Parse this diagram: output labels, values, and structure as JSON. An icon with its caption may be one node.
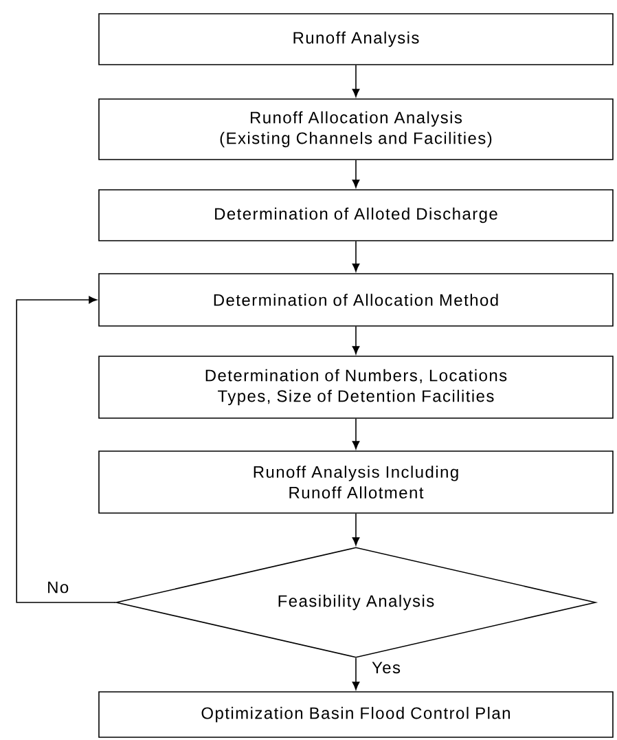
{
  "diagram": {
    "nodes": [
      {
        "text": [
          "Runoff Analysis"
        ]
      },
      {
        "text": [
          "Runoff Allocation Analysis (Existing Channels and Facilities)"
        ]
      },
      {
        "text": [
          "Determination of Alloted Discharge"
        ]
      },
      {
        "text": [
          "Determination of Allocation Method"
        ]
      },
      {
        "text": [
          "Determination of Numbers, Locations Types, Size of Detention Facilities"
        ]
      },
      {
        "text": [
          "Runoff Analysis Including Runoff Allotment"
        ]
      },
      {
        "text": [
          "Feasibility Analysis"
        ]
      },
      {
        "text": [
          "Optimization Basin Flood Control Plan"
        ]
      }
    ],
    "edges": [
      {
        "from": 0,
        "to": 1,
        "arrow": "to"
      },
      {
        "from": 1,
        "to": 2,
        "arrow": "to"
      },
      {
        "from": 2,
        "to": 3,
        "arrow": "to"
      },
      {
        "from": 3,
        "to": 4,
        "arrow": "to"
      },
      {
        "from": 4,
        "to": 5,
        "arrow": "to"
      },
      {
        "from": 5,
        "to": 6,
        "arrow": "to"
      },
      {
        "from": 6,
        "to": 7,
        "arrow": "to",
        "label": "Yes"
      },
      {
        "from": 6,
        "to": 3,
        "arrow": "to",
        "label": "No"
      }
    ]
  }
}
